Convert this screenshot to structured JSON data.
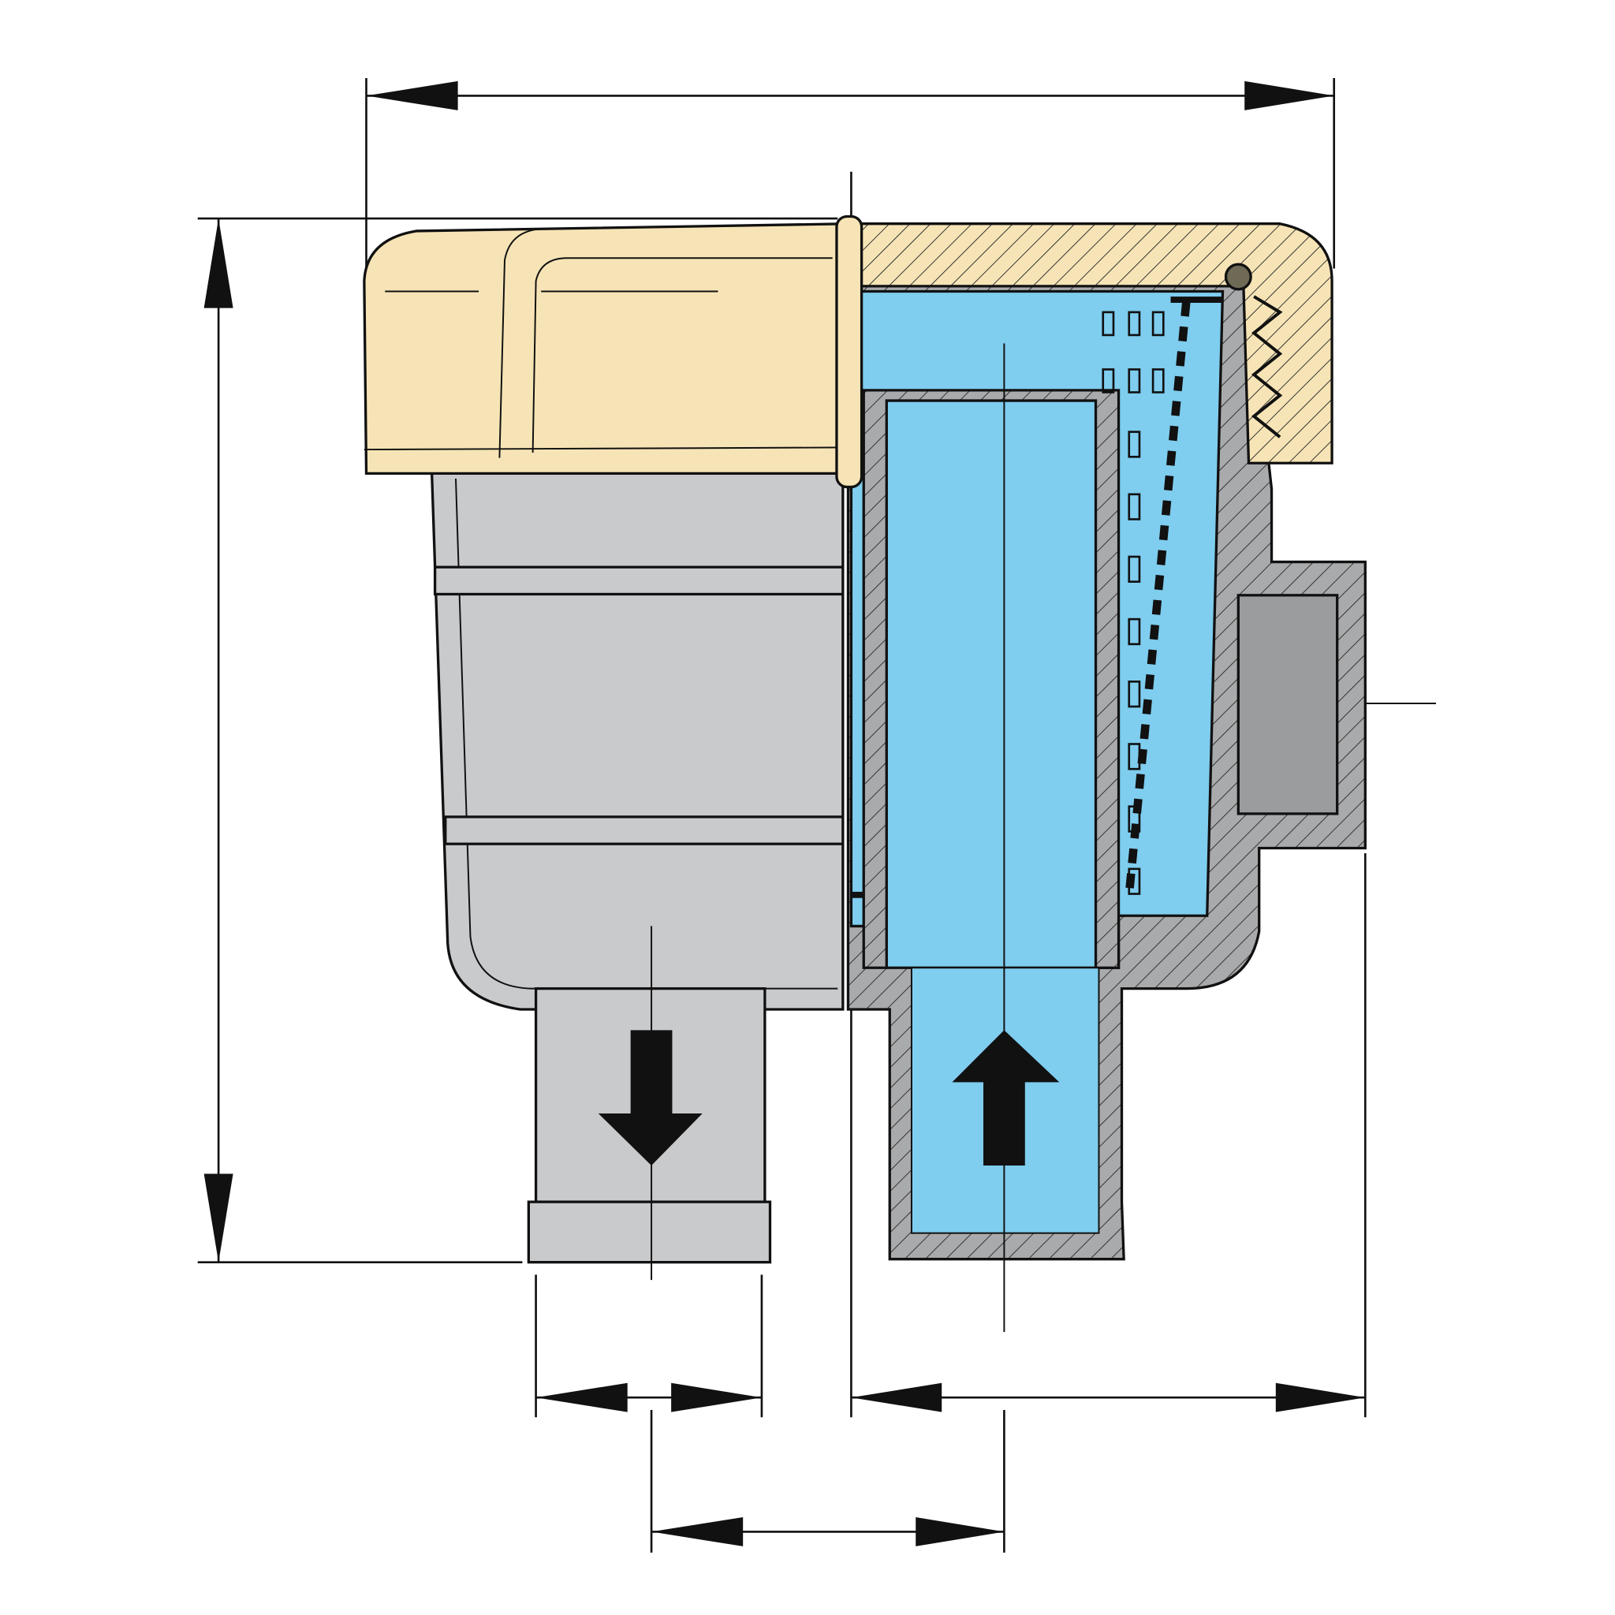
{
  "diagram": {
    "subject": "strainer-cross-section",
    "colors": {
      "cap": "#f7e4b6",
      "body": "#c9cacc",
      "section_wall": "#a9aaac",
      "water": "#7fcdef",
      "port_inner": "#9b9c9e",
      "line": "#111111"
    },
    "flow_arrows": [
      "outlet-down",
      "inlet-up"
    ],
    "dimension_lines": [
      "overall-width",
      "overall-height",
      "outlet-diameter",
      "inlet-to-port",
      "outlet-to-inlet-spacing"
    ]
  }
}
